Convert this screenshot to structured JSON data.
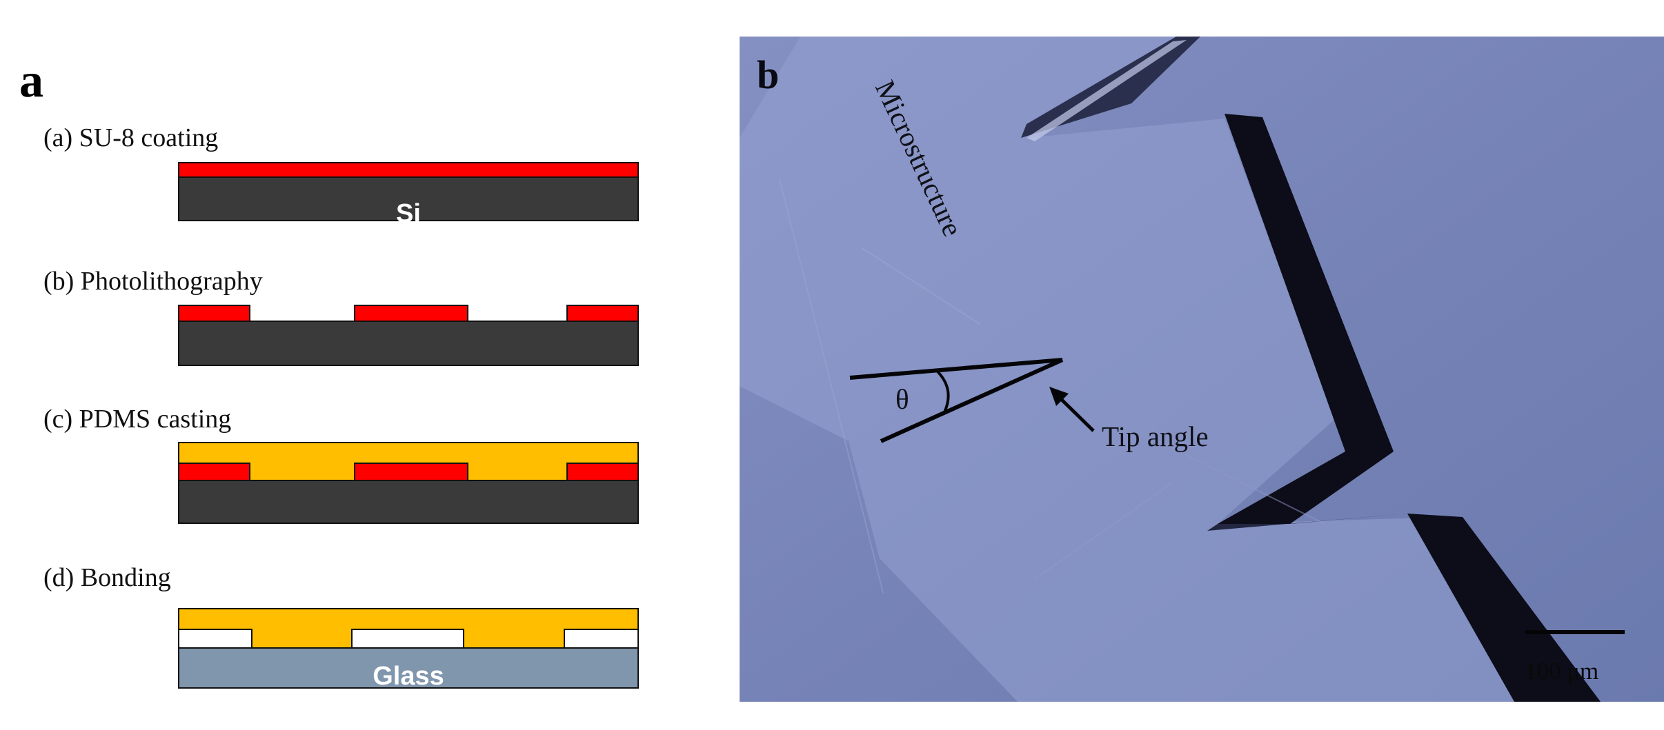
{
  "panel_a": {
    "letter": "a",
    "steps": [
      {
        "label": "(a) SU-8 coating",
        "layer_text": "Si"
      },
      {
        "label": "(b) Photolithography"
      },
      {
        "label": "(c) PDMS casting"
      },
      {
        "label": "(d) Bonding",
        "layer_text": "Glass"
      }
    ]
  },
  "panel_b": {
    "letter": "b",
    "structure_label": "Microstructure",
    "angle_symbol": "θ",
    "tip_label": "Tip angle",
    "scale_label": "100 μm"
  },
  "colors": {
    "su8": "#ff0000",
    "si": "#3a3a3a",
    "pdms": "#ffbe00",
    "glass": "#7f96ad",
    "micrograph_bg": "#7a86b8"
  }
}
